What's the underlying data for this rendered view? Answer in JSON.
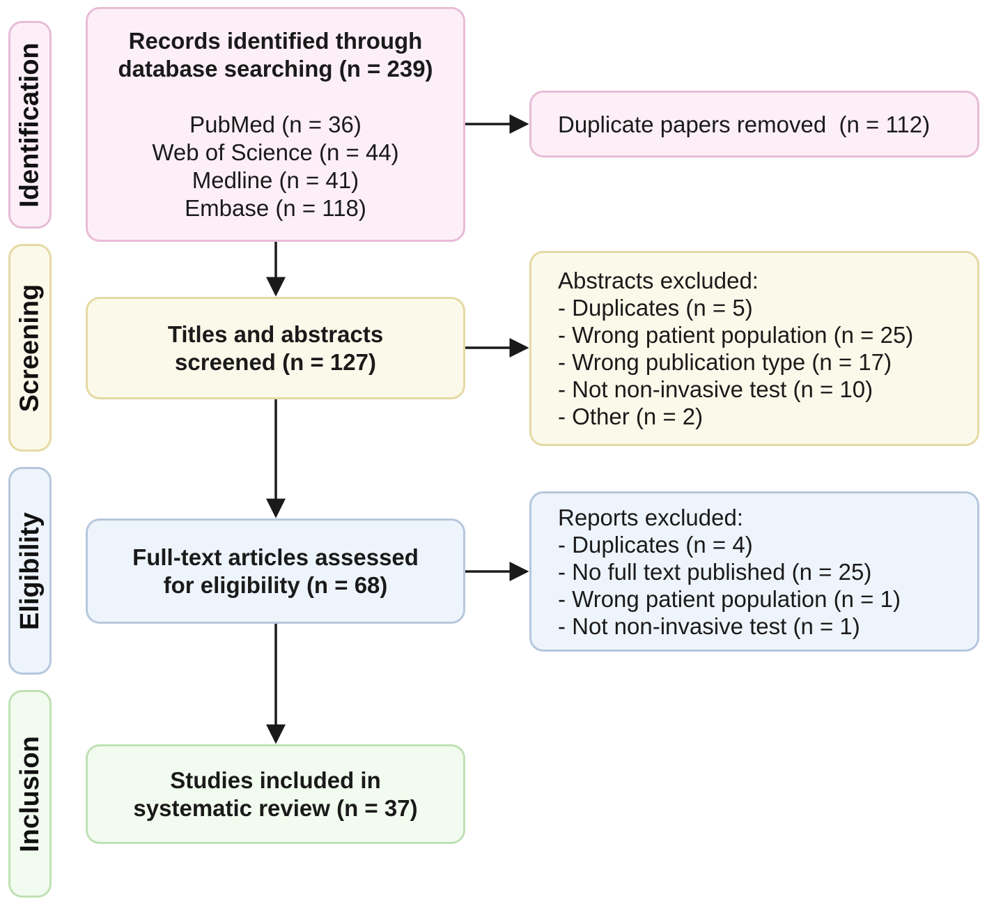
{
  "phases": {
    "identification": "Identification",
    "screening": "Screening",
    "eligibility": "Eligibility",
    "inclusion": "Inclusion"
  },
  "identification_box": {
    "title_line1": "Records identified through",
    "title_line2": "database searching (n = 239)",
    "sources": [
      "PubMed (n = 36)",
      "Web of Science (n = 44)",
      "Medline (n = 41)",
      "Embase (n = 118)"
    ]
  },
  "duplicates_box": {
    "text": "Duplicate papers removed  (n = 112)"
  },
  "screening_box": {
    "line1": "Titles and abstracts",
    "line2": "screened (n = 127)"
  },
  "abstracts_excluded": {
    "heading": "Abstracts excluded:",
    "items": [
      "- Duplicates (n = 5)",
      "- Wrong patient population (n = 25)",
      "- Wrong publication type (n = 17)",
      "- Not non-invasive test (n = 10)",
      "- Other (n = 2)"
    ]
  },
  "eligibility_box": {
    "line1": "Full-text articles assessed",
    "line2": "for eligibility (n = 68)"
  },
  "reports_excluded": {
    "heading": "Reports excluded:",
    "items": [
      "- Duplicates (n = 4)",
      "- No full text published (n = 25)",
      "- Wrong patient population (n = 1)",
      "- Not non-invasive test (n = 1)"
    ]
  },
  "inclusion_box": {
    "line1": "Studies included in",
    "line2": "systematic review (n = 37)"
  },
  "colors": {
    "identification": "#fdeff7",
    "screening": "#fbf9ea",
    "eligibility": "#eef4fb",
    "inclusion": "#f2fbef"
  }
}
